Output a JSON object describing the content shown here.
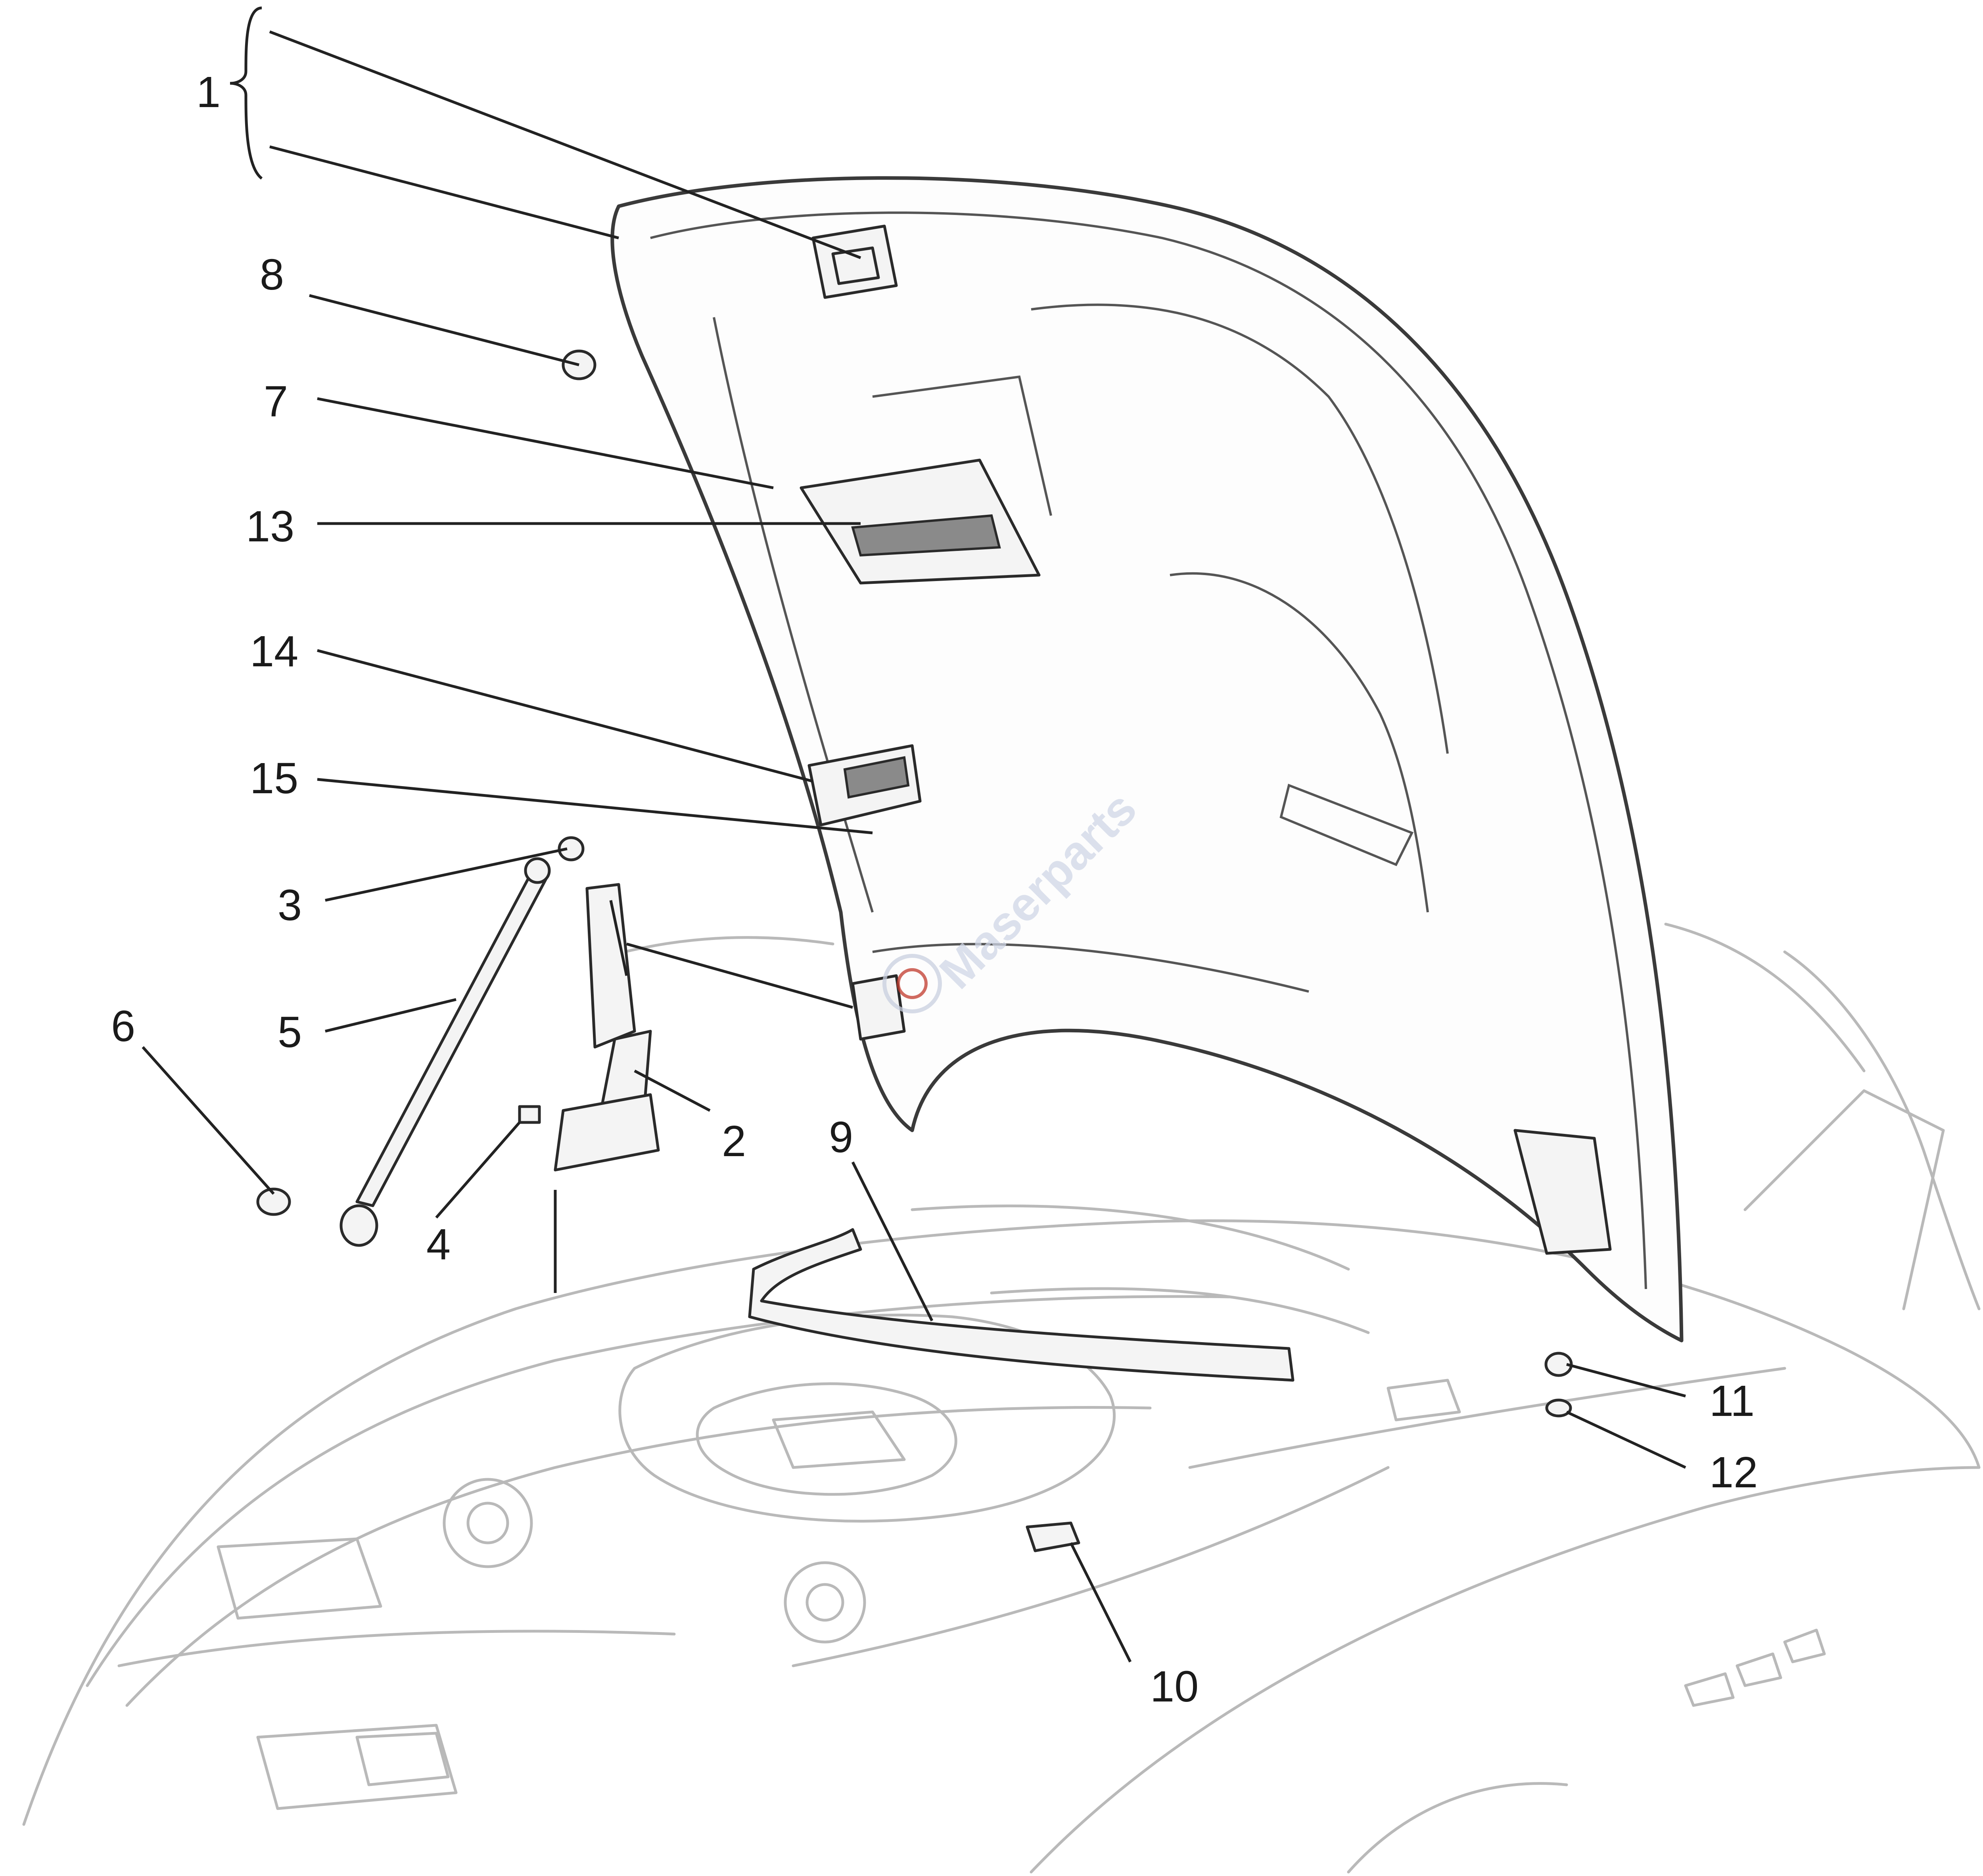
{
  "callouts": [
    {
      "id": "1",
      "label": "1"
    },
    {
      "id": "2",
      "label": "2"
    },
    {
      "id": "3",
      "label": "3"
    },
    {
      "id": "4",
      "label": "4"
    },
    {
      "id": "5",
      "label": "5"
    },
    {
      "id": "6",
      "label": "6"
    },
    {
      "id": "7",
      "label": "7"
    },
    {
      "id": "8",
      "label": "8"
    },
    {
      "id": "9",
      "label": "9"
    },
    {
      "id": "10",
      "label": "10"
    },
    {
      "id": "11",
      "label": "11"
    },
    {
      "id": "12",
      "label": "12"
    },
    {
      "id": "13",
      "label": "13"
    },
    {
      "id": "14",
      "label": "14"
    },
    {
      "id": "15",
      "label": "15"
    }
  ],
  "watermark": {
    "brand": "Maserparts"
  },
  "colors": {
    "line": "#222222",
    "car_outline": "#b9b9b9",
    "hood_outline": "#3a3a3a",
    "watermark_accent": "#c0392b"
  }
}
